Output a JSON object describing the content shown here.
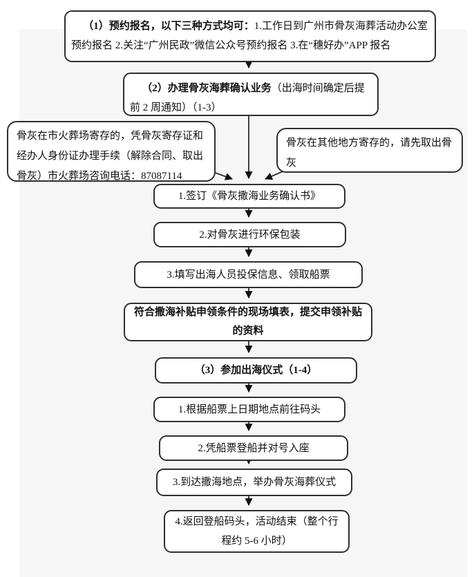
{
  "flowchart": {
    "colors": {
      "canvas_background": "#f6f6f6",
      "box_fill": "#ffffff",
      "box_border": "#2f2f2f",
      "arrow": "#111111",
      "text": "#111111"
    },
    "nodes": {
      "step1": {
        "bold": "（1）预约报名，以下三种方式均可：",
        "rest": "1.工作日到广州市骨灰海葬活动办公室预约报名 2.关注“广州民政”微信公众号预约报名 3.在“穗好办”APP 报名"
      },
      "step2": {
        "bold": "（2）办理骨灰海葬确认业务",
        "rest": "（出海时间确定后提前 2 周通知）（1-3）"
      },
      "callout_left": {
        "text": "骨灰在市火葬场寄存的，凭骨灰寄存证和经办人身份证办理手续（解除合同、取出骨灰）市火葬场咨询电话：87087114"
      },
      "callout_right": {
        "text": "骨灰在其他地方寄存的，请先取出骨灰"
      },
      "confirm1": {
        "text": "1.签订《骨灰撒海业务确认书》"
      },
      "confirm2": {
        "text": "2.对骨灰进行环保包装"
      },
      "confirm3": {
        "text": "3.填写出海人员投保信息、领取船票"
      },
      "subsidy": {
        "text": "符合撒海补贴申领条件的现场填表，提交申领补贴的资料"
      },
      "step3": {
        "text": "（3）参加出海仪式（1-4）"
      },
      "sail1": {
        "text": "1.根据船票上日期地点前往码头"
      },
      "sail2": {
        "text": "2.凭船票登船并对号入座"
      },
      "sail3": {
        "text": "3.到达撒海地点，举办骨灰海葬仪式"
      },
      "sail4": {
        "text": "4.返回登船码头，活动结束（整个行程约 5-6 小时）"
      }
    },
    "edges": [
      {
        "from": "step1",
        "to": "step2"
      },
      {
        "from": "step2",
        "to": "confirm1"
      },
      {
        "from": "callout_left",
        "to": "confirm1"
      },
      {
        "from": "callout_right",
        "to": "confirm1"
      },
      {
        "from": "confirm1",
        "to": "confirm2"
      },
      {
        "from": "confirm2",
        "to": "confirm3"
      },
      {
        "from": "confirm3",
        "to": "subsidy"
      },
      {
        "from": "subsidy",
        "to": "step3"
      },
      {
        "from": "step3",
        "to": "sail1"
      },
      {
        "from": "sail1",
        "to": "sail2"
      },
      {
        "from": "sail2",
        "to": "sail3"
      },
      {
        "from": "sail3",
        "to": "sail4"
      }
    ]
  }
}
